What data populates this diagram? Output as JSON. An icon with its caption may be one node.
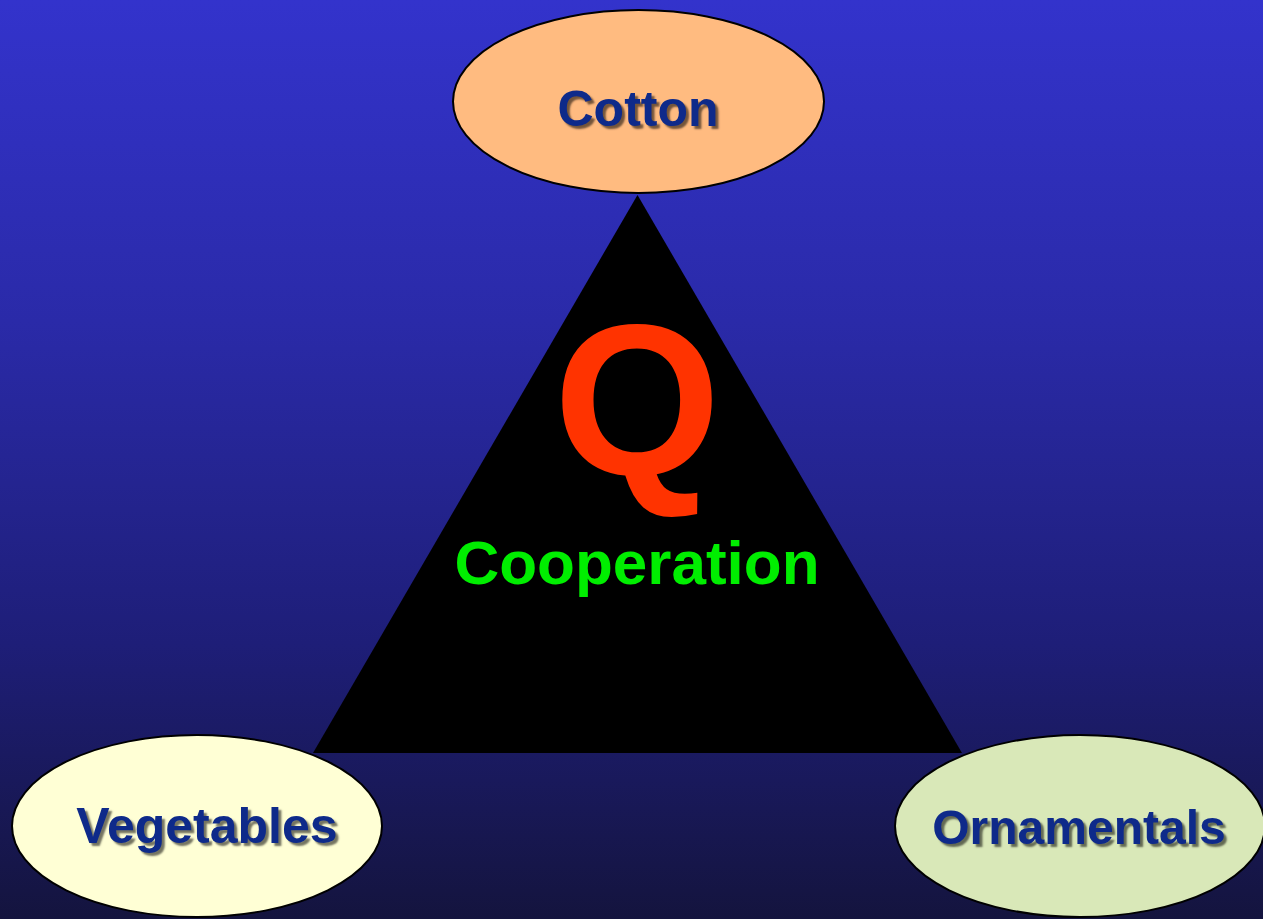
{
  "diagram": {
    "nodes": [
      {
        "text": [
          "Cotton"
        ]
      },
      {
        "text": [
          "Q",
          "Cooperation"
        ]
      },
      {
        "text": [
          "Vegetables"
        ]
      },
      {
        "text": [
          "Ornamentals"
        ]
      }
    ]
  }
}
